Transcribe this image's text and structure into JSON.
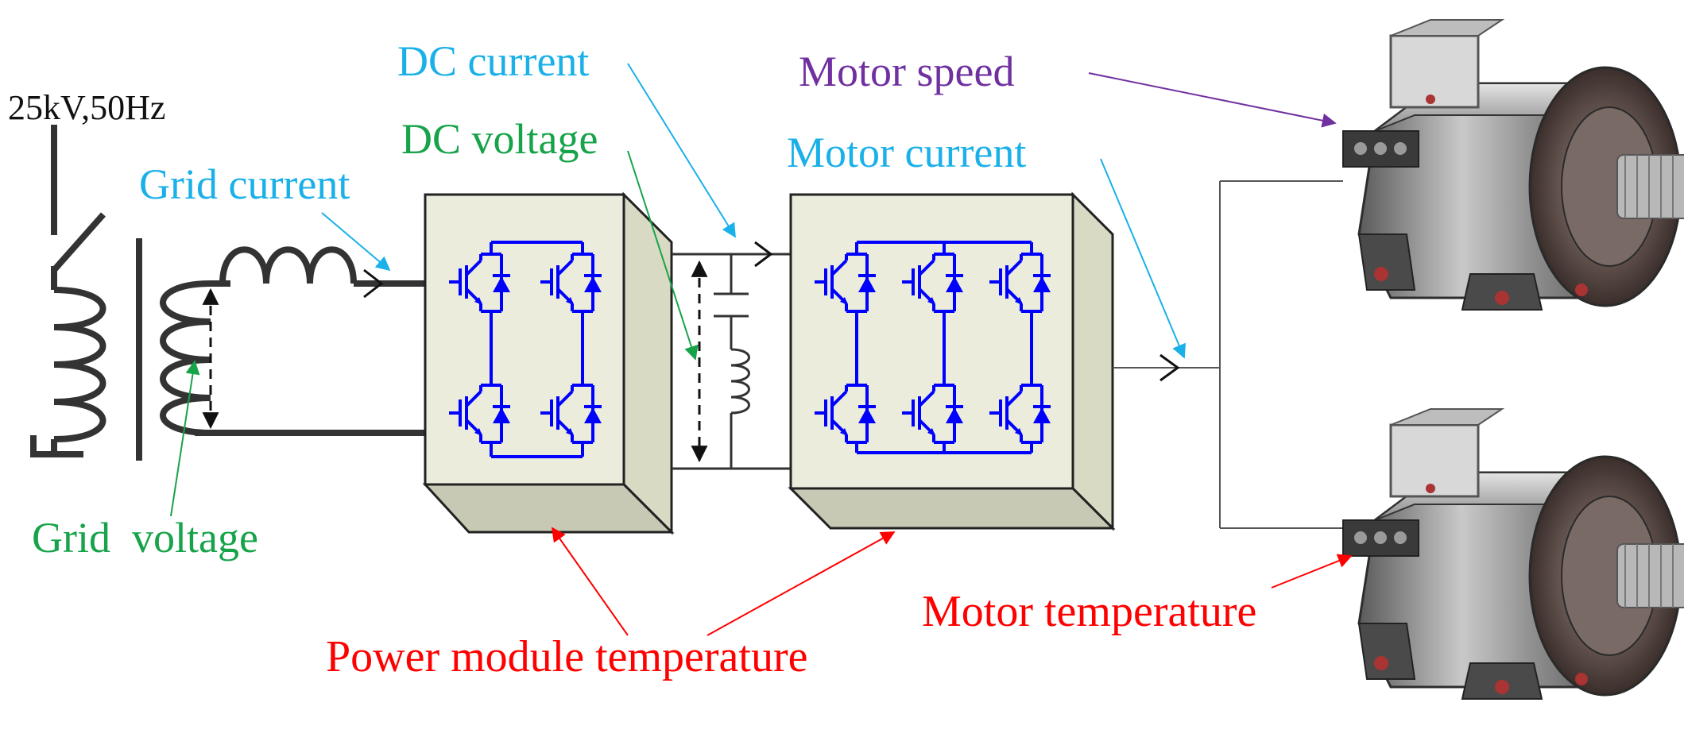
{
  "labels": {
    "supply": "25kV,50Hz",
    "grid_current": "Grid current",
    "grid_voltage": "Grid  voltage",
    "dc_current": "DC current",
    "dc_voltage": "DC voltage",
    "motor_speed": "Motor speed",
    "motor_current": "Motor current",
    "power_module_temperature": "Power module temperature",
    "motor_temperature": "Motor temperature"
  },
  "colors": {
    "current_label": "#1ab0e8",
    "voltage_label": "#17a34a",
    "speed_label": "#7030a0",
    "temperature_label": "#ff0000",
    "igbt_circuit": "#0000ff",
    "module_face": "#ebecdc",
    "wire": "#333333"
  },
  "icons": {
    "motor_upper": "traction-motor-icon",
    "motor_lower": "traction-motor-icon",
    "igbt": "igbt-diode-icon"
  }
}
